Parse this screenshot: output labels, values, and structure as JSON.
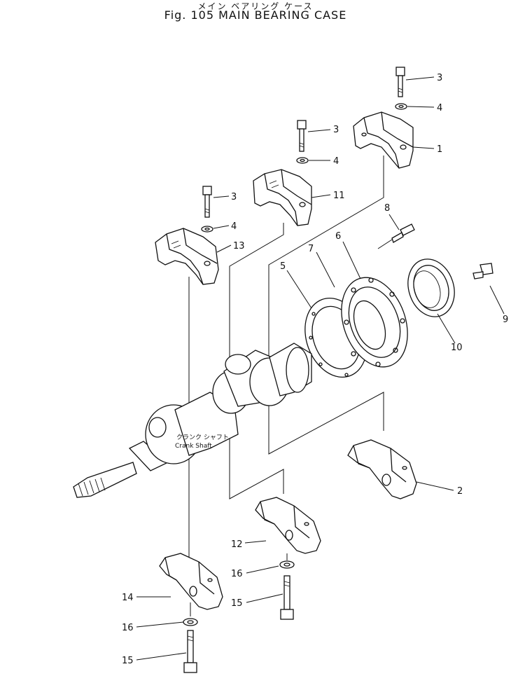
{
  "header": {
    "title_jp": "メイン ベアリング ケース",
    "title_en": "Fig. 105 MAIN BEARING CASE"
  },
  "callouts": {
    "c1": "1",
    "c2": "2",
    "c3a": "3",
    "c3b": "3",
    "c3c": "3",
    "c4a": "4",
    "c4b": "4",
    "c4c": "4",
    "c5": "5",
    "c6": "6",
    "c7": "7",
    "c8": "8",
    "c9": "9",
    "c10": "10",
    "c11": "11",
    "c12": "12",
    "c13": "13",
    "c14": "14",
    "c15a": "15",
    "c15b": "15",
    "c16a": "16",
    "c16b": "16"
  },
  "crank_note": {
    "jp": "クランク シャフト",
    "en": "Crank Shaft"
  }
}
